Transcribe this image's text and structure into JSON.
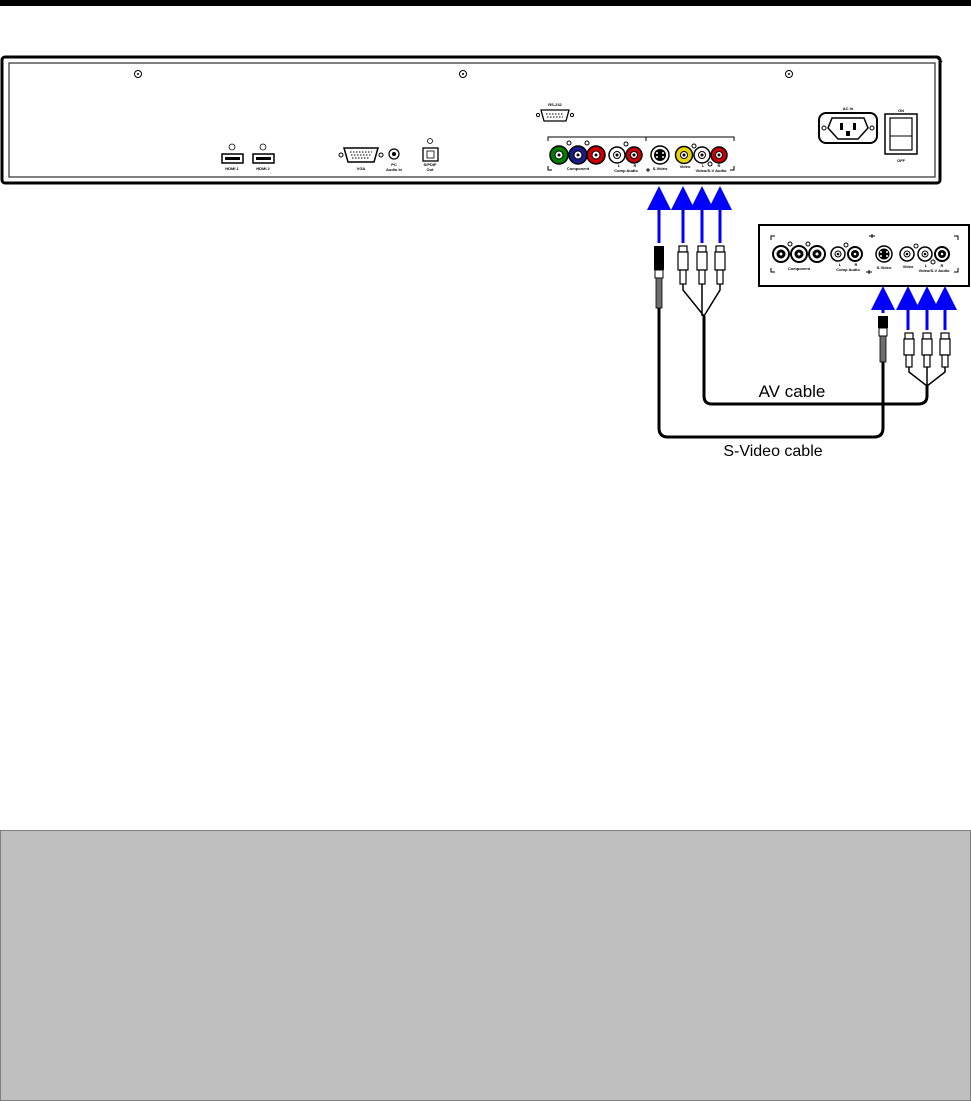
{
  "colors": {
    "connection_arrow": "#0000ff",
    "cable": "#000000",
    "component_green": "#008000",
    "component_blue": "#1a1a8c",
    "component_red": "#cc0000",
    "video_yellow": "#e8d400",
    "note_background": "#bfbfbf"
  },
  "tv_panel": {
    "hdmi1": "HDMI 1",
    "hdmi2": "HDMI 2",
    "vga": "VGA",
    "pc_audio_line1": "PC",
    "pc_audio_line2": "Audio In",
    "spdif_line1": "S/PDIF",
    "spdif_line2": "Out",
    "rs232": "RS-232",
    "component": "Component",
    "comp_audio": "Comp Audio",
    "comp_audio_l": "L",
    "comp_audio_r": "R",
    "svideo": "S-Video",
    "video": "Video",
    "video_sv_audio": "Video/S-V Audio",
    "av_l": "L",
    "av_r": "R",
    "ac_in": "AC In",
    "power_on": "ON",
    "power_off": "OFF"
  },
  "source_device": {
    "component": "Component",
    "comp_audio": "Comp Audio",
    "comp_audio_l": "L",
    "comp_audio_r": "R",
    "svideo": "S-Video",
    "video": "Video",
    "video_sv_audio": "Video/S-V Audio",
    "av_l": "L",
    "av_r": "R"
  },
  "cables": {
    "av": "AV cable",
    "svideo": "S-Video cable"
  },
  "icons": [
    "screw-icon",
    "hdmi-port-icon",
    "vga-port-icon",
    "rs232-port-icon",
    "rca-jack-icon",
    "svideo-jack-icon",
    "power-socket-icon",
    "power-switch-icon",
    "svideo-plug-icon",
    "rca-plug-icon",
    "arrow-up-icon"
  ]
}
